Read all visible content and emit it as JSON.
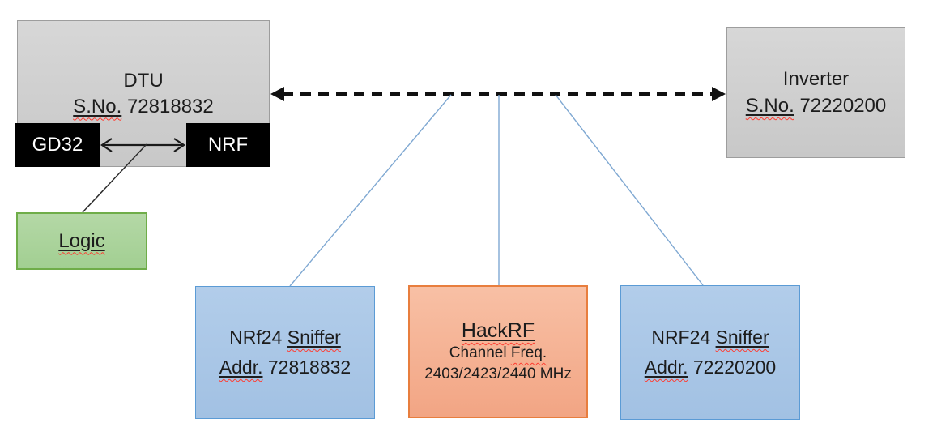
{
  "diagram": {
    "dtu": {
      "name": "DTU",
      "serial_prefix": "S.No.",
      "serial_rest": " 72818832"
    },
    "gd32": {
      "label": "GD32"
    },
    "nrf": {
      "label": "NRF"
    },
    "logic": {
      "label": "Logic"
    },
    "inverter": {
      "name": "Inverter",
      "serial_prefix": "S.No.",
      "serial_rest": " 72220200"
    },
    "sniffer_left": {
      "line1_prefix": "NRf24 ",
      "line1_word": "Sniffer",
      "line2_word": "Addr.",
      "line2_rest": " 72818832"
    },
    "hackrf": {
      "title": "HackRF",
      "line2_prefix": "Channel ",
      "line2_word": "Freq.",
      "line3": "2403/2423/2440 MHz"
    },
    "sniffer_right": {
      "line1_prefix": "NRF24 ",
      "line1_word": "Sniffer",
      "line2_word": "Addr.",
      "line2_rest": " 72220200"
    },
    "colors": {
      "box_gray_fill": "#d0d0d0",
      "box_gray_border": "#9d9d9d",
      "chip_black": "#000000",
      "logic_green_fill": "#a9d29b",
      "logic_green_border": "#6fad49",
      "sniffer_blue_fill": "#a9c7e8",
      "sniffer_blue_border": "#5b9bd5",
      "hackrf_orange_fill": "#f6b294",
      "hackrf_orange_border": "#e87e3e",
      "connector_blue": "#7fa8d2",
      "arrow_black": "#111111",
      "spellcheck_red": "#ff3b30"
    }
  }
}
